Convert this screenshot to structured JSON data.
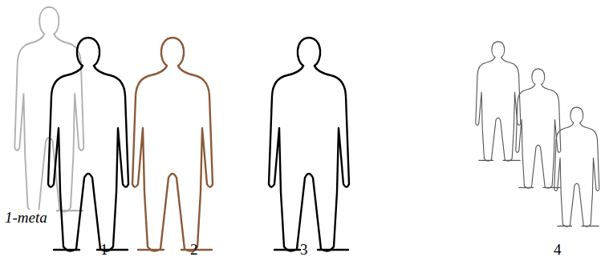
{
  "diagram": {
    "labels": [
      "1-meta",
      "1",
      "2",
      "3",
      "4"
    ]
  }
}
